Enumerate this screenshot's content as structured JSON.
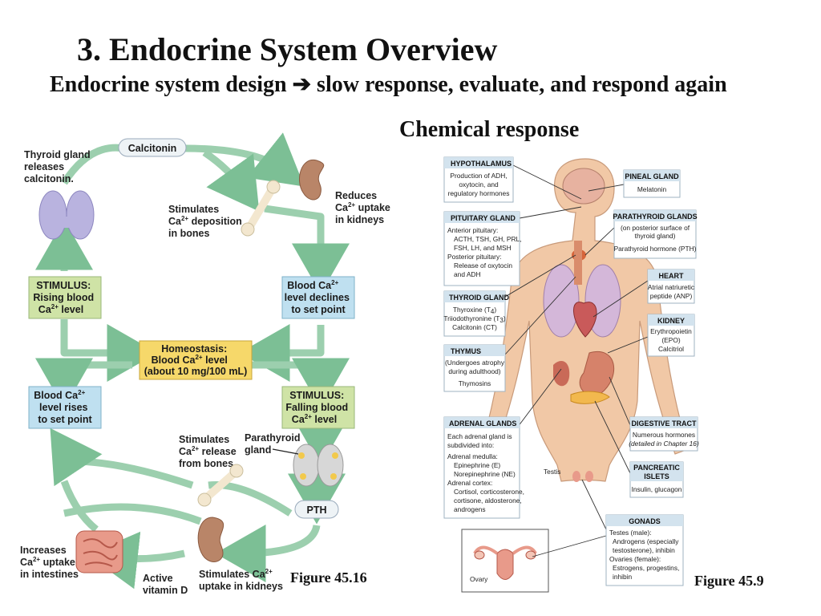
{
  "slide": {
    "title": "3. Endocrine System Overview",
    "subtitle_start": "Endocrine system design ",
    "subtitle_arrow": "➔",
    "subtitle_end": " slow response, evaluate, and respond again",
    "chemical_heading": "Chemical response"
  },
  "calcium_diagram": {
    "figure_label": "Figure 45.16",
    "calcitonin": "Calcitonin",
    "pth": "PTH",
    "thyroid_label": [
      "Thyroid gland",
      "releases",
      "calcitonin."
    ],
    "stimulates_deposition": [
      "Stimulates",
      "Ca",
      "2+",
      " deposition",
      "in bones"
    ],
    "reduces_uptake": [
      "Reduces",
      "Ca",
      "2+",
      " uptake",
      "in kidneys"
    ],
    "stimulus_rising": [
      "STIMULUS:",
      "Rising blood",
      "Ca",
      "2+",
      " level"
    ],
    "level_declines": [
      "Blood Ca",
      "2+",
      "level declines",
      "to set point"
    ],
    "homeostasis": [
      "Homeostasis:",
      "Blood Ca",
      "2+",
      " level",
      "(about 10 mg/100 mL)"
    ],
    "level_rises": [
      "Blood Ca",
      "2+",
      "level rises",
      "to set point"
    ],
    "stimulus_falling": [
      "STIMULUS:",
      "Falling blood",
      "Ca",
      "2+",
      " level"
    ],
    "stimulates_release": [
      "Stimulates",
      "Ca",
      "2+",
      " release",
      "from bones"
    ],
    "parathyroid": [
      "Parathyroid",
      "gland"
    ],
    "increases_uptake": [
      "Increases",
      "Ca",
      "2+",
      " uptake",
      "in intestines"
    ],
    "active_vitd": [
      "Active",
      "vitamin D"
    ],
    "stimulates_uptake_kidneys": [
      "Stimulates Ca",
      "2+",
      "uptake in kidneys"
    ]
  },
  "endocrine_diagram": {
    "figure_label": "Figure 45.9",
    "hypothalamus": {
      "title": "HYPOTHALAMUS",
      "lines": [
        "Production of ADH,",
        "oxytocin, and",
        "regulatory hormones"
      ]
    },
    "pituitary": {
      "title": "PITUITARY GLAND",
      "lines": [
        "Anterior pituitary:",
        "ACTH, TSH, GH, PRL,",
        "FSH, LH, and MSH",
        "Posterior pituitary:",
        "Release of oxytocin",
        "and ADH"
      ]
    },
    "thyroid": {
      "title": "THYROID GLAND",
      "lines": [
        "Thyroxine (T",
        "4",
        ")",
        "Triiodothyronine (T",
        "3",
        ")",
        "Calcitonin (CT)"
      ]
    },
    "thymus": {
      "title": "THYMUS",
      "lines": [
        "(Undergoes atrophy",
        "during adulthood)",
        "Thymosins"
      ]
    },
    "adrenal": {
      "title": "ADRENAL GLANDS",
      "lines": [
        "Each adrenal gland is",
        "subdivided into:",
        "Adrenal medulla:",
        "Epinephrine (E)",
        "Norepinephrine (NE)",
        "Adrenal cortex:",
        "Cortisol, corticosterone,",
        "cortisone, aldosterone,",
        "androgens"
      ]
    },
    "pineal": {
      "title": "PINEAL GLAND",
      "lines": [
        "Melatonin"
      ]
    },
    "parathyroid": {
      "title": "PARATHYROID GLANDS",
      "lines": [
        "(on posterior surface of",
        "thyroid gland)",
        "Parathyroid hormone (PTH)"
      ]
    },
    "heart": {
      "title": "HEART",
      "lines": [
        "Atrial natriuretic",
        "peptide (ANP)"
      ]
    },
    "kidney": {
      "title": "KIDNEY",
      "lines": [
        "Erythropoietin",
        "(EPO)",
        "Calcitriol"
      ]
    },
    "digestive": {
      "title": "DIGESTIVE TRACT",
      "lines": [
        "Numerous hormones",
        "(detailed in Chapter 16)"
      ]
    },
    "pancreatic": {
      "title": [
        "PANCREATIC",
        "ISLETS"
      ],
      "lines": [
        "Insulin, glucagon"
      ]
    },
    "gonads": {
      "title": "GONADS",
      "lines": [
        "Testes (male):",
        "Androgens (especially",
        "testosterone), inhibin",
        "Ovaries (female):",
        "Estrogens, progestins,",
        "inhibin"
      ]
    },
    "testis_label": "Testis",
    "ovary_label": "Ovary"
  },
  "colors": {
    "arrow_green": "#9ccfae",
    "box_green": "#cfe3a6",
    "box_blue": "#bfe0f0",
    "box_yellow": "#f6d86a",
    "thyroid_purple": "#b9b3df",
    "skin": "#f1c8a6",
    "kidney": "#b98568",
    "header_bg": "#d3e3ee"
  }
}
